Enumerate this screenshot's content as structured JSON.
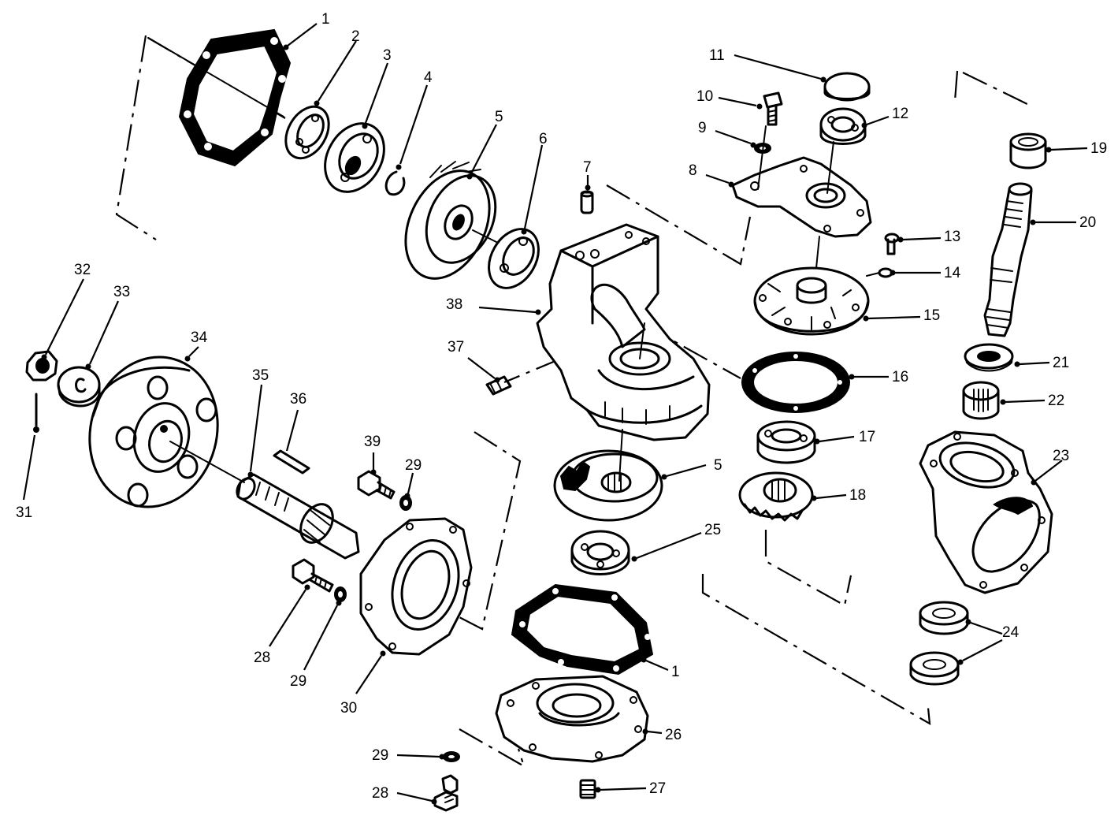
{
  "callouts": {
    "c1a": "1",
    "c2": "2",
    "c3": "3",
    "c4": "4",
    "c5a": "5",
    "c6": "6",
    "c7": "7",
    "c8": "8",
    "c9": "9",
    "c10": "10",
    "c11": "11",
    "c12": "12",
    "c13": "13",
    "c14": "14",
    "c15": "15",
    "c16": "16",
    "c17": "17",
    "c18": "18",
    "c19": "19",
    "c20": "20",
    "c21": "21",
    "c22": "22",
    "c23": "23",
    "c24": "24",
    "c25": "25",
    "c26": "26",
    "c27": "27",
    "c28a": "28",
    "c28b": "28",
    "c29a": "29",
    "c29b": "29",
    "c29c": "29",
    "c30": "30",
    "c31": "31",
    "c32": "32",
    "c33": "33",
    "c34": "34",
    "c35": "35",
    "c36": "36",
    "c37": "37",
    "c38": "38",
    "c39": "39",
    "c1b": "1",
    "c5b": "5"
  }
}
